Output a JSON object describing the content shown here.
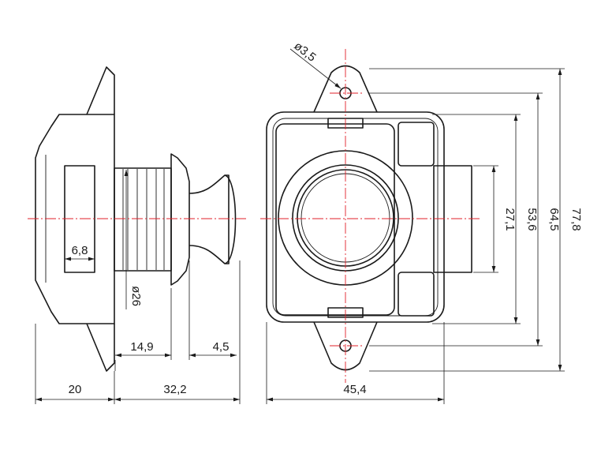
{
  "colors": {
    "line": "#1a1a1a",
    "centerline": "#e0202a",
    "background": "#ffffff"
  },
  "dimensions": {
    "hole_diameter": "ø3,5",
    "height_overall": "77,8",
    "hole_spacing": "64,5",
    "body_height": "53,6",
    "button_height": "27,1",
    "body_width": "45,4",
    "flange_depth": "20",
    "button_projection": "32,2",
    "housing_length": "14,9",
    "button_length": "4,5",
    "slot_width": "6,8",
    "shaft_diameter": "ø26"
  }
}
